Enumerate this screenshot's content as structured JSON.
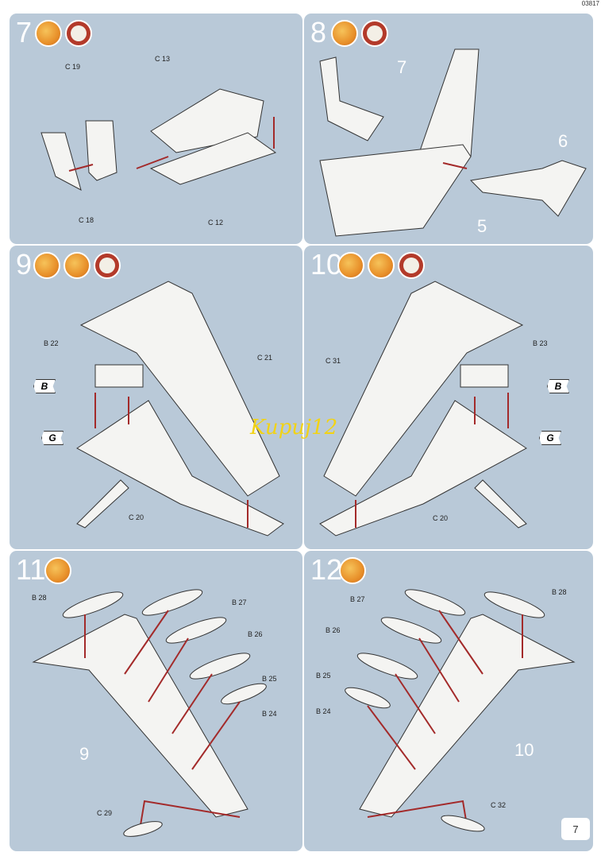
{
  "catalog_code": "03817",
  "page_number": "7",
  "watermark": "Kupuj12",
  "steps": [
    {
      "number": "7",
      "parts": [
        "C 19",
        "C 13",
        "C 18",
        "C 12"
      ],
      "labels": []
    },
    {
      "number": "8",
      "parts": [],
      "labels": [
        "7",
        "6",
        "5"
      ]
    },
    {
      "number": "9",
      "parts": [
        "B 22",
        "C 21",
        "C 20"
      ],
      "paint": [
        "B",
        "G"
      ]
    },
    {
      "number": "10",
      "parts": [
        "C 31",
        "B 23",
        "C 20"
      ],
      "paint": [
        "B",
        "G"
      ]
    },
    {
      "number": "11",
      "parts": [
        "B 28",
        "B 27",
        "B 26",
        "B 25",
        "B 24",
        "C 29"
      ],
      "labels": [
        "9"
      ]
    },
    {
      "number": "12",
      "parts": [
        "B 27",
        "B 28",
        "B 26",
        "B 25",
        "B 24",
        "C 32"
      ],
      "labels": [
        "10"
      ]
    }
  ],
  "icons": {
    "glue": "glue-icon",
    "paint": "paint-icon",
    "clock": "drying-clock-icon"
  },
  "colors": {
    "panel": "#b9c9d8",
    "arrow": "#a32a2a",
    "part": "#f4f4f2"
  }
}
